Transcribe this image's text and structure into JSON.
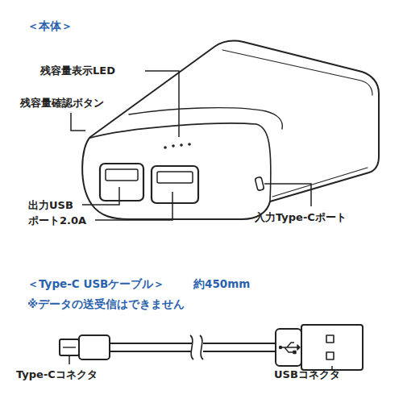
{
  "diagram": {
    "labels": [
      "＜本体＞",
      "残容量表示LED",
      "残容量確認ボタン",
      "出力USB ポート2.0A",
      "入力Type-Cポート",
      "＜Type-C USBケーブル＞",
      "約450mm",
      "※データの送受信はできません",
      "Type-Cコネクタ",
      "USBコネクタ"
    ]
  }
}
